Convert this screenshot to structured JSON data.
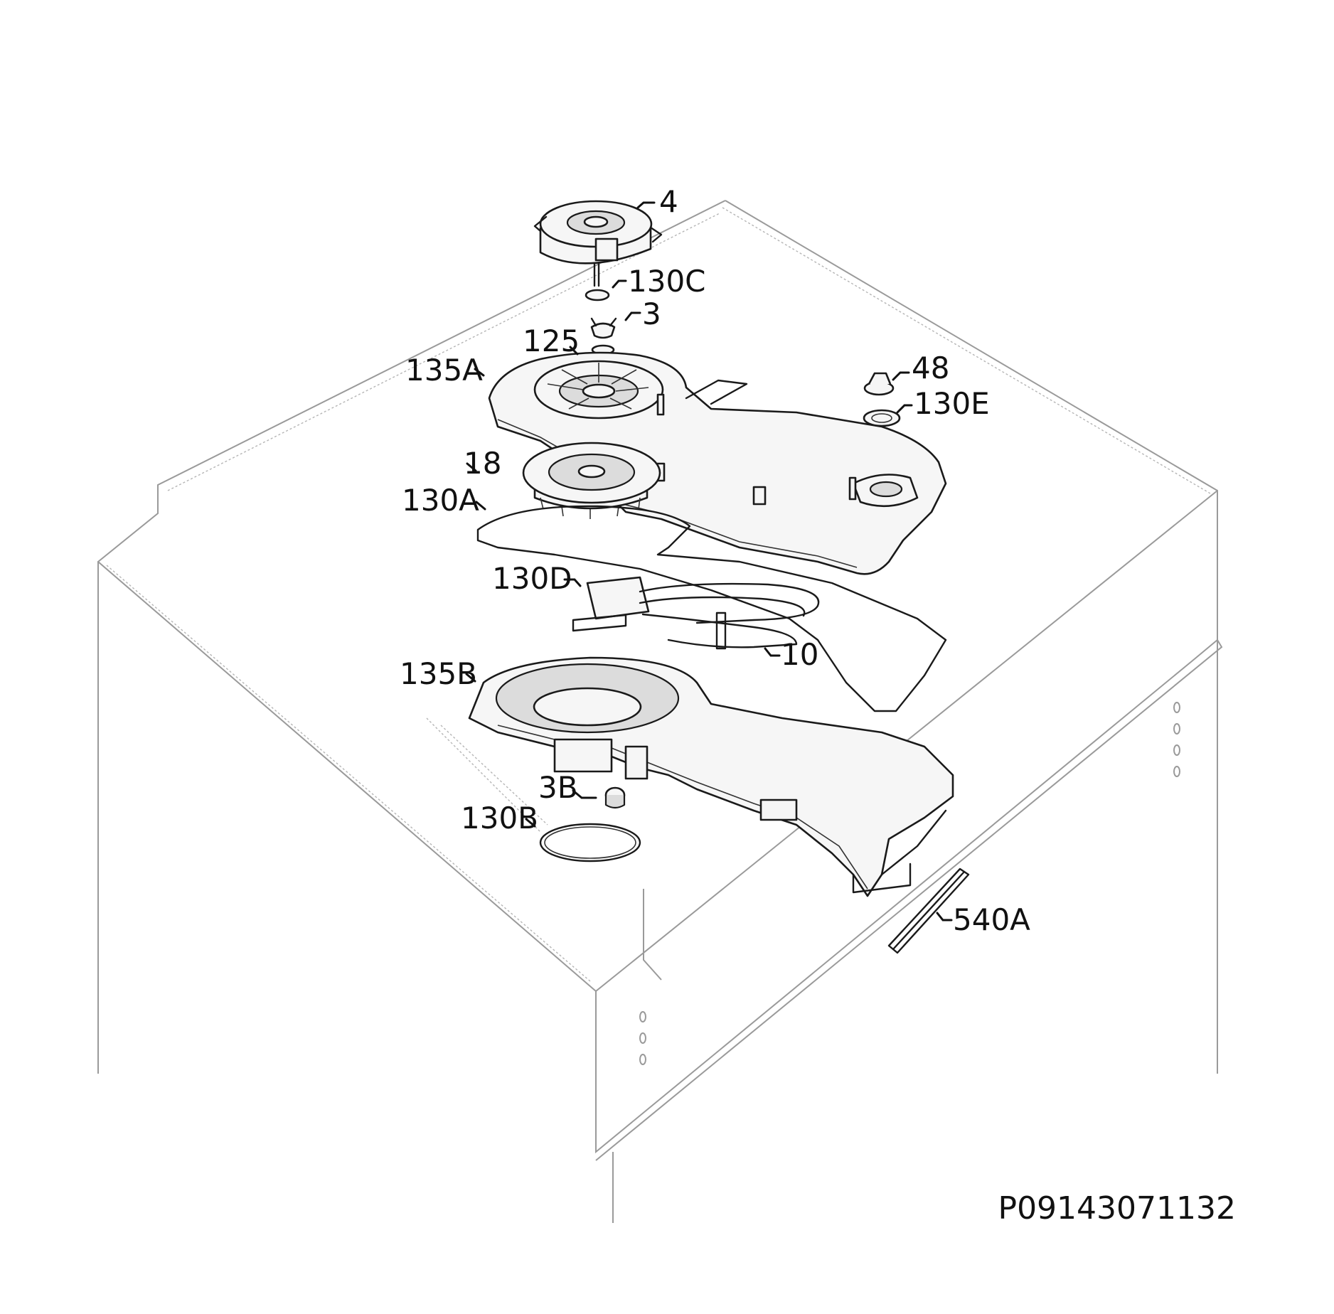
{
  "diagram": {
    "drawing_id": "P09143071132",
    "part_labels": [
      "4",
      "130C",
      "3",
      "125",
      "135A",
      "48",
      "130E",
      "18",
      "130A",
      "130D",
      "10",
      "135B",
      "3B",
      "130B",
      "540A"
    ]
  }
}
